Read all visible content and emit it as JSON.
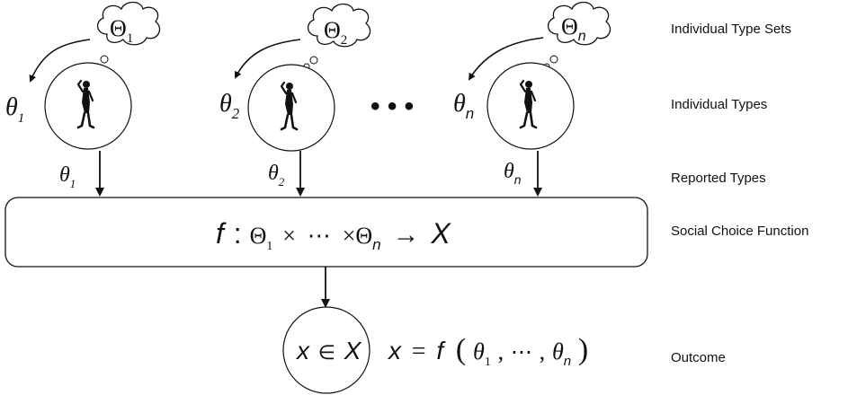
{
  "labels": {
    "type_sets": "Individual Type Sets",
    "types": "Individual Types",
    "reported": "Reported Types",
    "scf": "Social Choice Function",
    "outcome": "Outcome"
  },
  "agents": [
    {
      "set_sym": "Θ",
      "sub": "1",
      "type_sym": "θ"
    },
    {
      "set_sym": "Θ",
      "sub": "2",
      "type_sym": "θ"
    },
    {
      "set_sym": "Θ",
      "sub": "n",
      "type_sym": "θ"
    }
  ],
  "ellipsis": "• • •",
  "scf_formula": {
    "f": "f",
    "colon": ":",
    "theta": "Θ",
    "sub1": "1",
    "times": "×",
    "dots": "⋯",
    "subn": "n",
    "arrow": "→",
    "X": "X"
  },
  "outcome": {
    "x": "x",
    "in": "∈",
    "X": "X",
    "eq": "=",
    "f": "f",
    "open": "(",
    "theta": "θ",
    "sub1": "1",
    "comma": ",",
    "cdots": "⋯",
    "subn": "n",
    "close": ")"
  }
}
